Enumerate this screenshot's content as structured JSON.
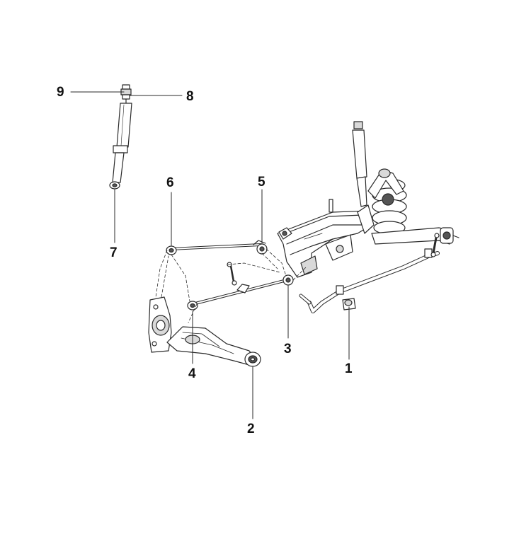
{
  "diagram": {
    "callouts": [
      {
        "id": "1",
        "label": "1"
      },
      {
        "id": "2",
        "label": "2"
      },
      {
        "id": "3",
        "label": "3"
      },
      {
        "id": "4",
        "label": "4"
      },
      {
        "id": "5",
        "label": "5"
      },
      {
        "id": "6",
        "label": "6"
      },
      {
        "id": "7",
        "label": "7"
      },
      {
        "id": "8",
        "label": "8"
      },
      {
        "id": "9",
        "label": "9"
      }
    ],
    "colors": {
      "line": "#2a2a2a",
      "fill": "#ffffff",
      "shade": "#d9d9d9",
      "dark": "#555555"
    }
  }
}
